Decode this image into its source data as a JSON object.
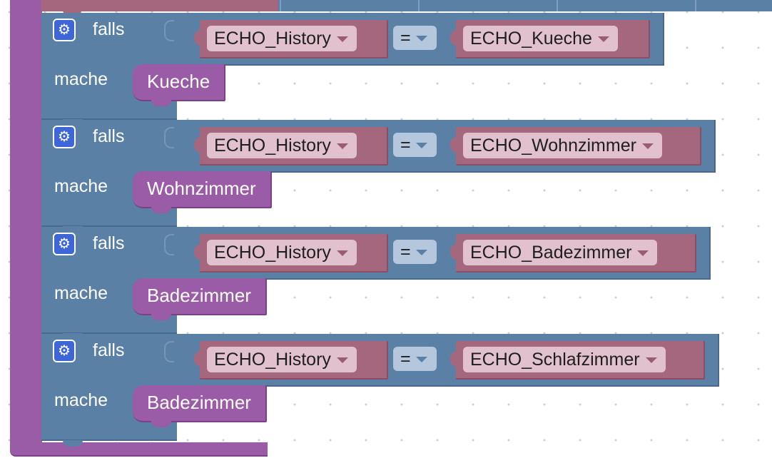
{
  "colors": {
    "logic_block": "#5b80a5",
    "procedure_block": "#9a5ca6",
    "variable_block": "#a5677d",
    "mutator_icon": "#3f66d6"
  },
  "icons": {
    "mutator": "gear-icon"
  },
  "if_rows": [
    {
      "if_label": "falls",
      "do_label": "mache",
      "left_var": "ECHO_History",
      "operator": "=",
      "right_var": "ECHO_Kueche",
      "call": "Kueche"
    },
    {
      "if_label": "falls",
      "do_label": "mache",
      "left_var": "ECHO_History",
      "operator": "=",
      "right_var": "ECHO_Wohnzimmer",
      "call": "Wohnzimmer"
    },
    {
      "if_label": "falls",
      "do_label": "mache",
      "left_var": "ECHO_History",
      "operator": "=",
      "right_var": "ECHO_Badezimmer",
      "call": "Badezimmer"
    },
    {
      "if_label": "falls",
      "do_label": "mache",
      "left_var": "ECHO_History",
      "operator": "=",
      "right_var": "ECHO_Schlafzimmer",
      "call": "Badezimmer"
    }
  ]
}
